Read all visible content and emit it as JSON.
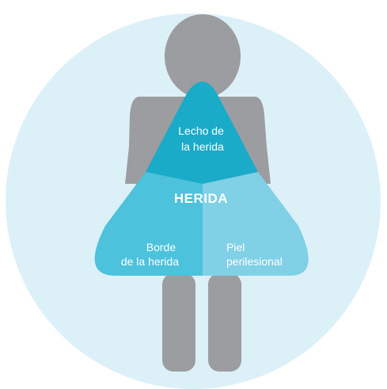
{
  "diagram": {
    "labels": {
      "wound_bed": [
        "Lecho de",
        "la herida"
      ],
      "wound": "HERIDA",
      "wound_edge": [
        "Borde",
        "de la herida"
      ],
      "periwound_skin": [
        "Piel",
        "perilesional"
      ]
    },
    "colors": {
      "background_circle": "#dcf0f8",
      "figure": "#9c9da0",
      "wound_bed": "#1aabc9",
      "wound_edge": "#4cc2dc",
      "periwound_skin": "#80d0e6",
      "text": "#ffffff"
    }
  }
}
